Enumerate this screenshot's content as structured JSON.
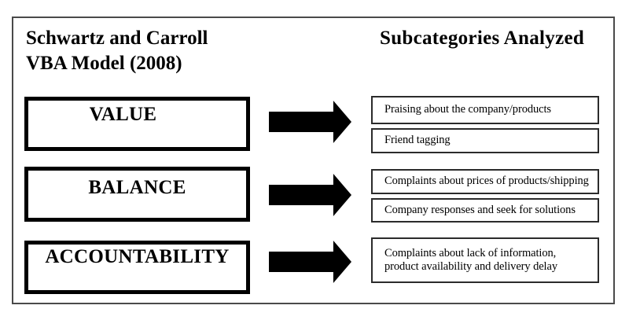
{
  "diagram": {
    "left_header_line1": "Schwartz and Carroll",
    "left_header_line2": "VBA Model (2008)",
    "right_header": "Subcategories Analyzed",
    "categories": [
      {
        "label": "VALUE",
        "subcategories": [
          "Praising about the company/products",
          "Friend tagging"
        ]
      },
      {
        "label": "BALANCE",
        "subcategories": [
          "Complaints about prices of products/shipping",
          "Company responses and seek for solutions"
        ]
      },
      {
        "label": "ACCOUNTABILITY",
        "subcategories": [
          "Complaints about lack of information,\nproduct availability and delivery delay"
        ]
      }
    ],
    "icons": {
      "arrow": "block-arrow-right"
    },
    "colors": {
      "ink": "#000000",
      "frame_border": "#4a4a4a",
      "category_border": "#000000",
      "subcategory_border": "#2b2b2b",
      "background": "#ffffff"
    }
  }
}
